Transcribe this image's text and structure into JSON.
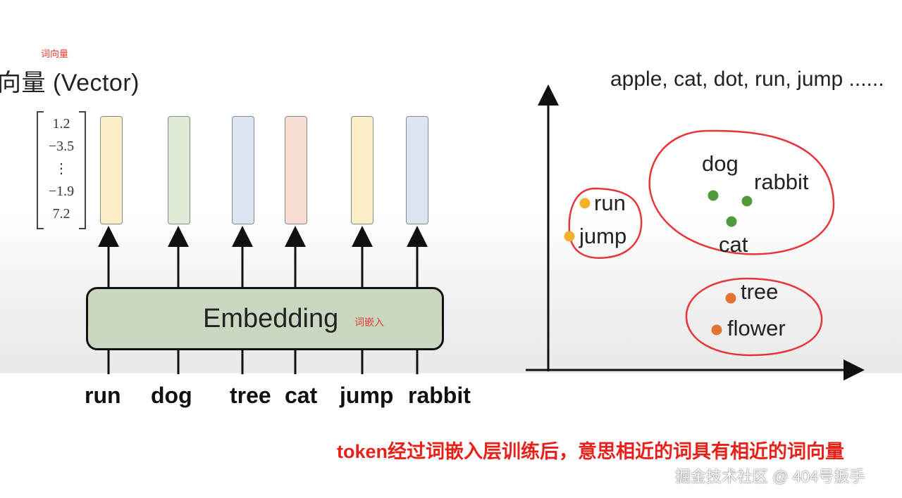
{
  "annotations": {
    "vector_cn": "词向量",
    "embedding_cn": "词嵌入"
  },
  "vector_title": "向量 (Vector)",
  "vector_values": [
    "1.2",
    "−3.5",
    "⋮",
    "−1.9",
    "7.2"
  ],
  "vocab_text": "apple, cat, dot, run, jump ......",
  "embedding_label": "Embedding",
  "tokens": [
    "run",
    "dog",
    "tree",
    "cat",
    "jump",
    "rabbit"
  ],
  "bar_colors": [
    "#fbefc7",
    "#dfead7",
    "#dce6f2",
    "#f8ddd2",
    "#fbefc7",
    "#dce6f2"
  ],
  "scatter": {
    "words": {
      "run": "run",
      "jump": "jump",
      "dog": "dog",
      "rabbit": "rabbit",
      "cat": "cat",
      "tree": "tree",
      "flower": "flower"
    },
    "colors": {
      "yellow": "#f4b12a",
      "green": "#4f9a3a",
      "orange": "#e2752f",
      "circle": "#e8343a"
    }
  },
  "caption": "token经过词嵌入层训练后，意思相近的词具有相近的词向量",
  "watermark": "掘金技术社区 @ 404号扳手"
}
